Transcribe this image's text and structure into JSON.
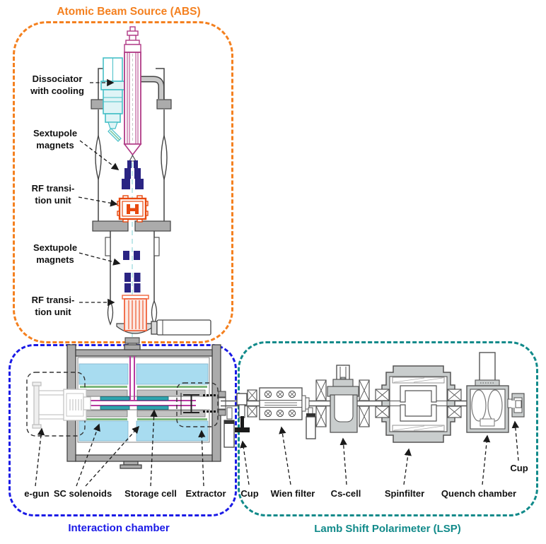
{
  "abs": {
    "title": "Atomic Beam Source (ABS)",
    "labels": {
      "dissociator_l1": "Dissociator",
      "dissociator_l2": "with cooling",
      "sextupole_upper_l1": "Sextupole",
      "sextupole_upper_l2": "magnets",
      "rf_upper_l1": "RF transi-",
      "rf_upper_l2": "tion unit",
      "sextupole_lower_l1": "Sextupole",
      "sextupole_lower_l2": "magnets",
      "rf_lower_l1": "RF transi-",
      "rf_lower_l2": "tion unit"
    }
  },
  "interaction_chamber": {
    "title": "Interaction chamber",
    "labels": {
      "egun": "e-gun",
      "sc_solenoids": "SC solenoids",
      "storage_cell": "Storage cell",
      "extractor": "Extractor"
    }
  },
  "lsp": {
    "title": "Lamb Shift Polarimeter (LSP)",
    "labels": {
      "cup_left": "Cup",
      "wien_filter": "Wien filter",
      "cs_cell": "Cs-cell",
      "spinfilter": "Spinfilter",
      "quench_chamber": "Quench chamber",
      "cup_right": "Cup"
    }
  },
  "palette": {
    "abs_border": "#F4801F",
    "ic_border": "#1A1AE6",
    "lsp_border": "#118A8A",
    "magnet_navy": "#2A2483",
    "rf_orange": "#E8490F",
    "rf_salmon": "#F0633C",
    "tube_magenta": "#B03A86",
    "dissociator_teal": "#45BFC7",
    "solenoid_blue": "#A8DCF0",
    "storage_teal": "#2FA3AE",
    "coil_green": "#7CB87C",
    "metal_gray": "#ABABAB",
    "lsp_gray": "#C9CDCD"
  }
}
